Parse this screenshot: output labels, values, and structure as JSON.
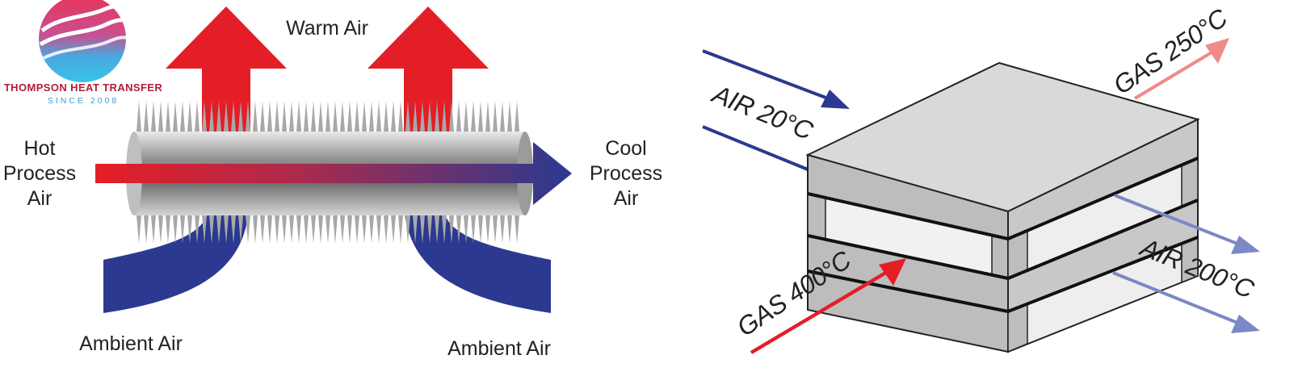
{
  "logo": {
    "company": "THOMPSON HEAT TRANSFER",
    "since": "SINCE 2008"
  },
  "left_diagram": {
    "warm_air": "Warm Air",
    "hot_air_lines": [
      "Hot",
      "Process",
      "Air"
    ],
    "cool_air_lines": [
      "Cool",
      "Process",
      "Air"
    ],
    "ambient_left": "Ambient Air",
    "ambient_right": "Ambient Air"
  },
  "right_diagram": {
    "air_in": "AIR 20°C",
    "gas_out": "GAS 250°C",
    "gas_in": "GAS 400°C",
    "air_out": "AIR 200°C"
  },
  "colors": {
    "hot_red": "#e41e26",
    "cool_blue": "#2b3990",
    "ambient_blue": "#2b3990",
    "light_blue": "#7a89c4",
    "light_red": "#f08a8a",
    "plate_light": "#d9d9d9",
    "plate_side": "#bdbdbd"
  }
}
